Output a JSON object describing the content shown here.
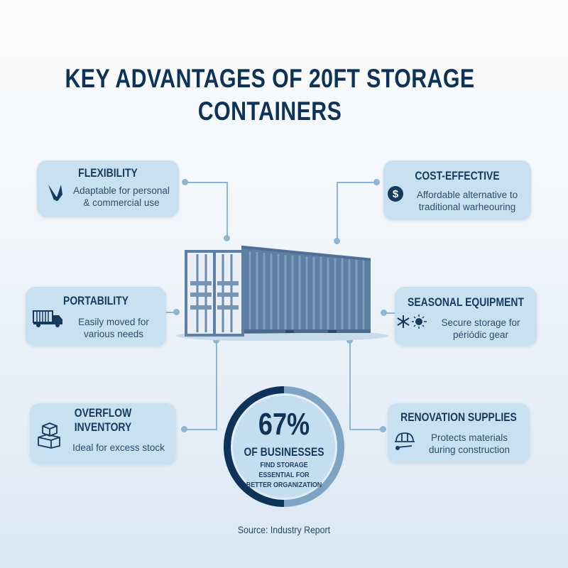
{
  "title": {
    "line1": "KEY ADVANTAGES OF 20FT STORAGE",
    "line2": "CONTAINERS"
  },
  "colors": {
    "title": "#0e3258",
    "card_bg": "#c9e0f0",
    "connector": "#8db6d3",
    "ring_dark": "#0e3258",
    "ring_light": "#7fa3c2",
    "container": "#5d7fa3"
  },
  "cards": {
    "flexibility": {
      "heading": "FLEXIBILITY",
      "desc1": "Adaptable for personal",
      "desc2": "& commercial use",
      "icon": "pencil-tools-icon"
    },
    "cost": {
      "heading": "COST-EFFECTIVE",
      "desc1": "Affordable alternative to",
      "desc2": "traditional warheouring",
      "icon": "dollar-icon"
    },
    "portability": {
      "heading": "PORTABILITY",
      "desc1": "Easily moved for",
      "desc2": "various needs",
      "icon": "truck-icon"
    },
    "seasonal": {
      "heading": "SEASONAL EQUIPMENT",
      "desc1": "Secure storage for",
      "desc2": "périódic gear",
      "icon": "snowflake-sun-icon"
    },
    "overflow": {
      "heading1": "OVERFLOW",
      "heading2": "INVENTORY",
      "desc1": "Ideal for excess stock",
      "icon": "boxes-icon"
    },
    "renovation": {
      "heading": "RENOVATION SUPPLIES",
      "desc1": "Protects materials",
      "desc2": "during construction",
      "icon": "hardhat-icon"
    }
  },
  "stat": {
    "value": "67%",
    "percent": 67,
    "line1": "OF BUSINESSES",
    "line2": "FIND STORAGE ESSENTIAL FOR",
    "line3": "BETTER ORGANIZATION"
  },
  "source": "Source: Industry Report"
}
